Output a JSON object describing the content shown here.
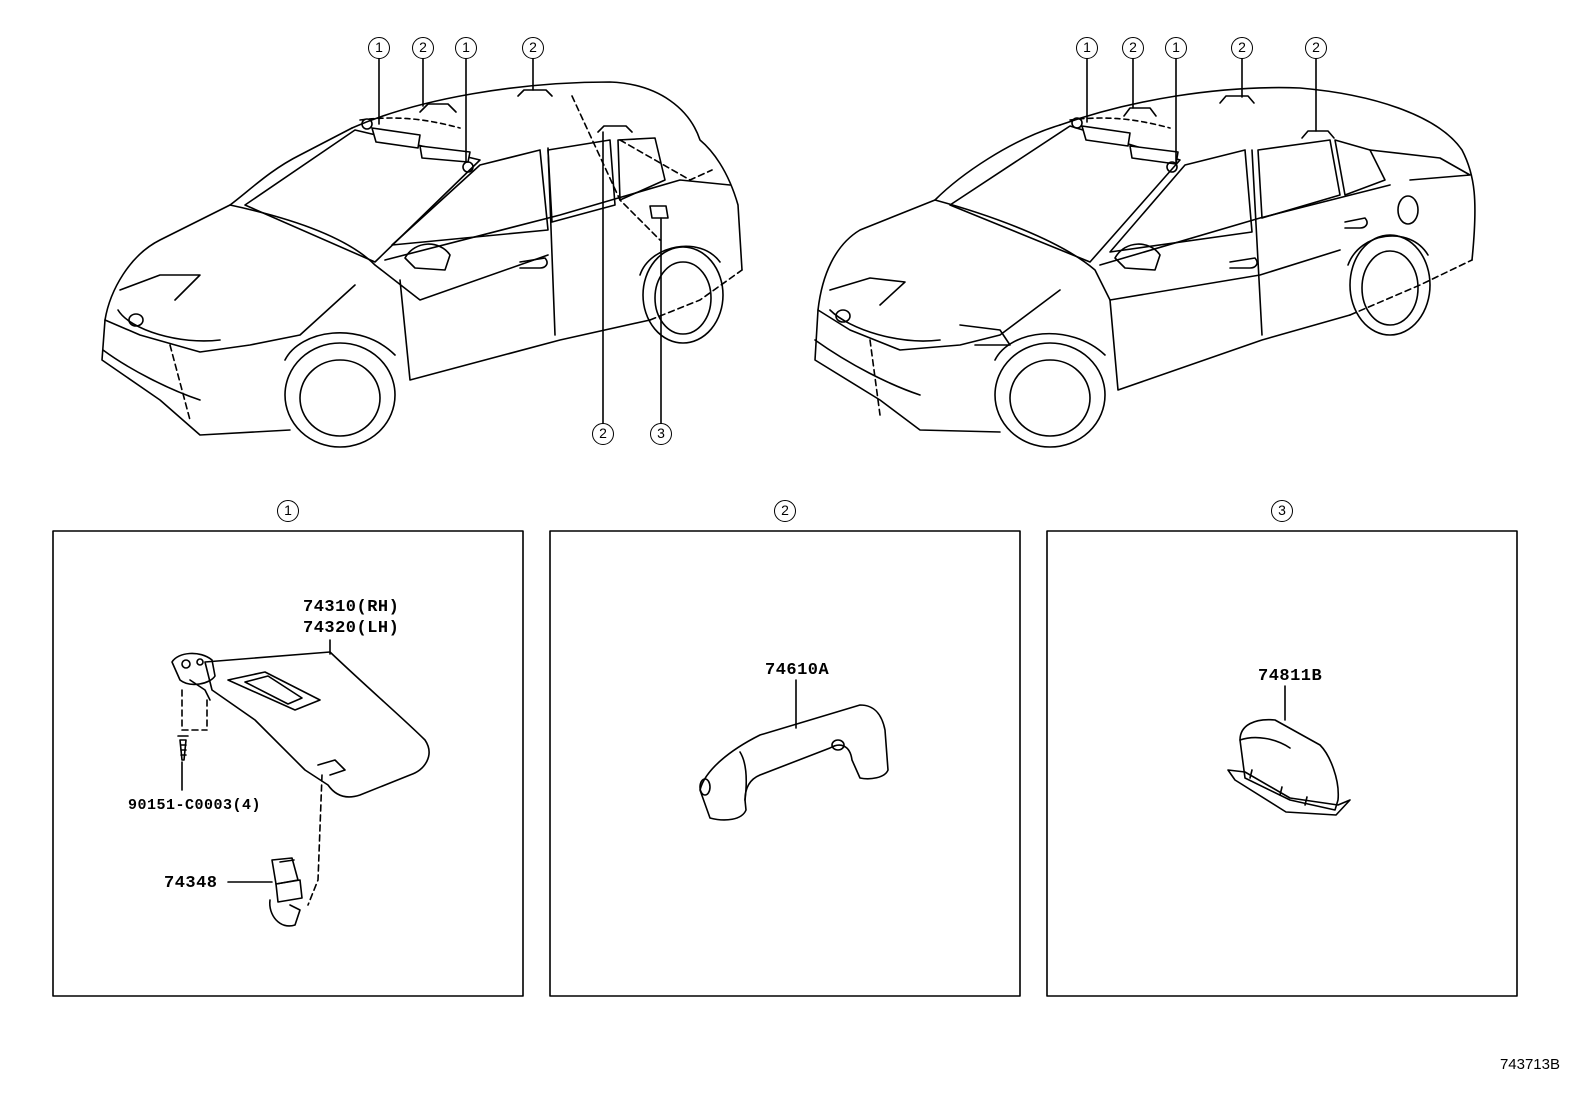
{
  "callouts": [
    "1",
    "2",
    "3"
  ],
  "panels": [
    {
      "id": "1",
      "parts": [
        "74310(RH)",
        "74320(LH)",
        "90151-C0003(4)",
        "74348"
      ]
    },
    {
      "id": "2",
      "parts": [
        "74610A"
      ]
    },
    {
      "id": "3",
      "parts": [
        "74811B"
      ]
    }
  ],
  "reference_code": "743713B",
  "colors": {
    "line": "#000000",
    "background": "#ffffff"
  }
}
